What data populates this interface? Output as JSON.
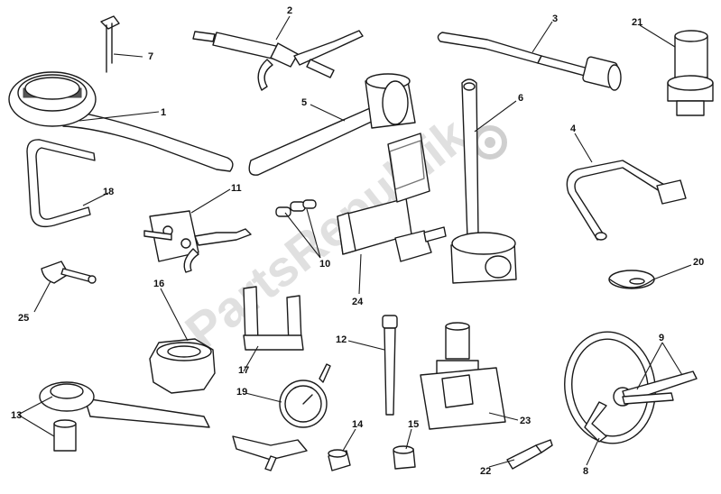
{
  "watermark": "PartsRepublik",
  "callouts": {
    "c1": "1",
    "c2": "2",
    "c3": "3",
    "c4": "4",
    "c5": "5",
    "c6": "6",
    "c7": "7",
    "c8": "8",
    "c9": "9",
    "c10": "10",
    "c11": "11",
    "c12": "12",
    "c13": "13",
    "c14": "14",
    "c15": "15",
    "c16": "16",
    "c17": "17",
    "c18": "18",
    "c19": "19",
    "c20": "20",
    "c21": "21",
    "c22": "22",
    "c23": "23",
    "c24": "24",
    "c25": "25"
  }
}
